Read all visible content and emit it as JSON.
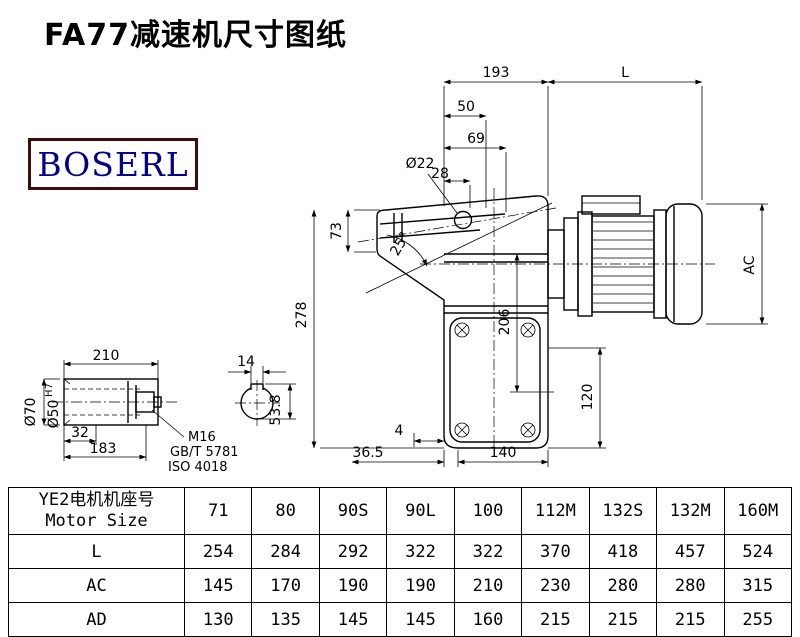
{
  "page": {
    "title": "FA77减速机尺寸图纸"
  },
  "logo": {
    "text": "BOSERL",
    "text_color": "#00008B",
    "border_color": "#3d0d0d"
  },
  "drawing": {
    "dims": {
      "w193": "193",
      "L": "L",
      "w50": "50",
      "w69": "69",
      "w28": "28",
      "dia22": "Ø22",
      "h73": "73",
      "ang25": "25°",
      "h278": "278",
      "h206": "206",
      "AC": "AC",
      "h120": "120",
      "w140": "140",
      "w36_5": "36.5",
      "w4": "4",
      "d210": "210",
      "d14": "14",
      "dia70": "Ø70",
      "dia50": "Ø50",
      "dia50_tol": "H7",
      "d32": "32",
      "d183": "183",
      "m16": "M16",
      "std_gb": "GB/T 5781",
      "std_iso": "ISO 4018",
      "d53_8": "53.8"
    }
  },
  "table": {
    "header": {
      "line1": "YE2电机机座号",
      "line2": "Motor Size"
    },
    "motor_sizes": [
      "71",
      "80",
      "90S",
      "90L",
      "100",
      "112M",
      "132S",
      "132M",
      "160M"
    ],
    "rows": [
      {
        "label": "L",
        "values": [
          "254",
          "284",
          "292",
          "322",
          "322",
          "370",
          "418",
          "457",
          "524"
        ]
      },
      {
        "label": "AC",
        "values": [
          "145",
          "170",
          "190",
          "190",
          "210",
          "230",
          "280",
          "280",
          "315"
        ]
      },
      {
        "label": "AD",
        "values": [
          "130",
          "135",
          "145",
          "145",
          "160",
          "215",
          "215",
          "215",
          "255"
        ]
      }
    ]
  }
}
